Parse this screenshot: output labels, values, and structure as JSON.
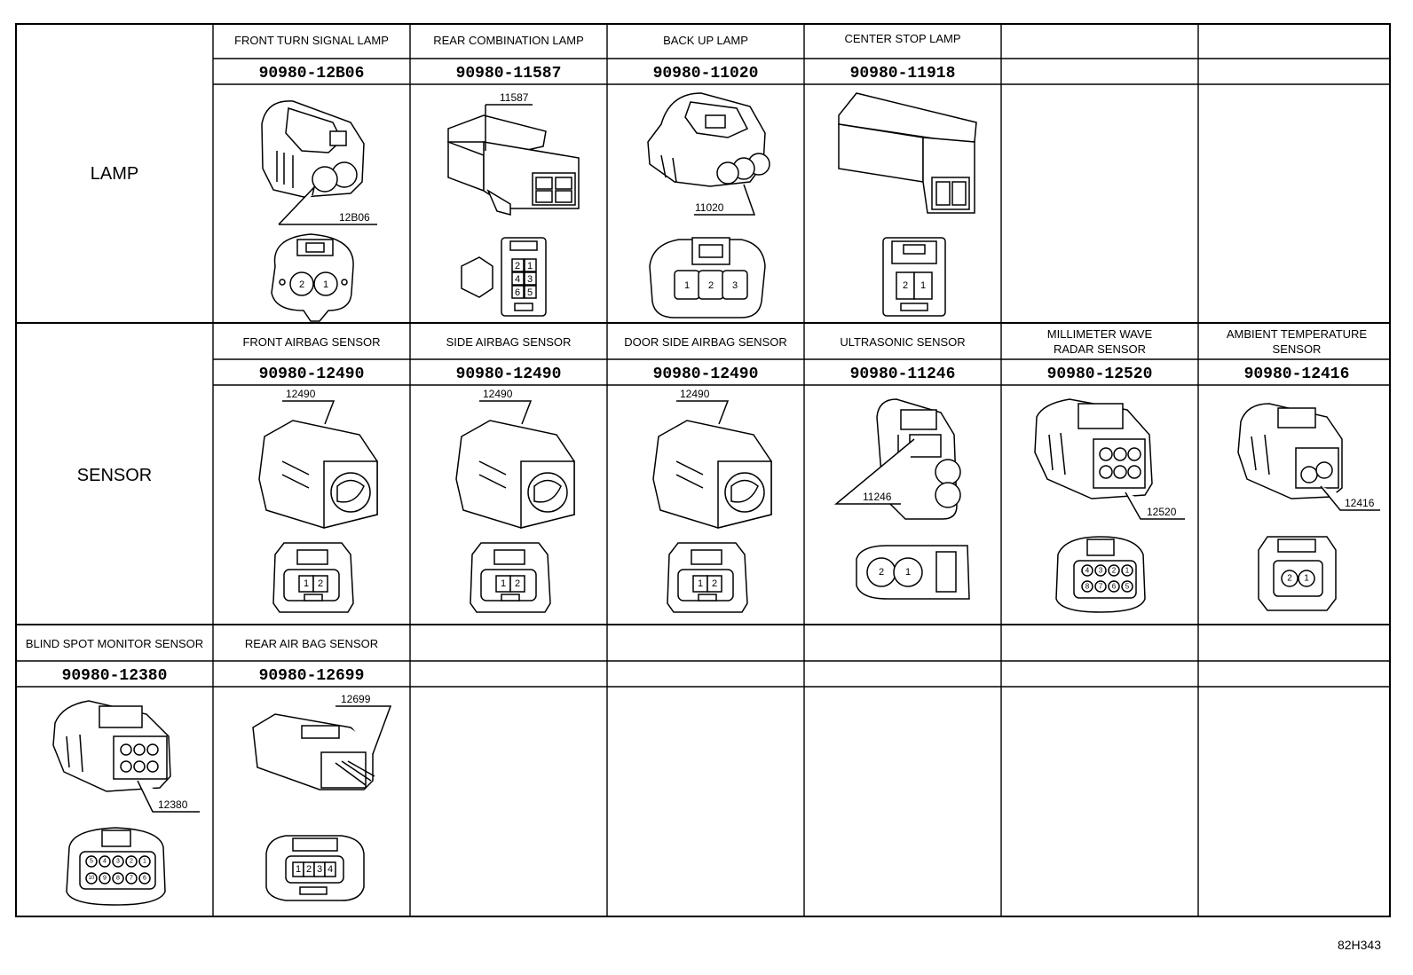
{
  "groups": {
    "lamp": "LAMP",
    "sensor": "SENSOR"
  },
  "lamp_row": [
    {
      "name": "FRONT TURN SIGNAL LAMP",
      "part_no": "90980-12B06",
      "callout": "12B06",
      "pins": [
        "2",
        "1"
      ]
    },
    {
      "name": "REAR COMBINATION LAMP",
      "part_no": "90980-11587",
      "callout": "11587",
      "pins": [
        "2",
        "1",
        "4",
        "3",
        "6",
        "5"
      ]
    },
    {
      "name": "BACK UP LAMP",
      "part_no": "90980-11020",
      "callout": "11020",
      "pins": [
        "1",
        "2",
        "3"
      ]
    },
    {
      "name": "CENTER STOP LAMP",
      "part_no": "90980-11918",
      "callout": "",
      "pins": [
        "2",
        "1"
      ]
    }
  ],
  "sensor_row": [
    {
      "name": "FRONT AIRBAG SENSOR",
      "part_no": "90980-12490",
      "callout": "12490",
      "pins": [
        "1",
        "2"
      ]
    },
    {
      "name": "SIDE AIRBAG SENSOR",
      "part_no": "90980-12490",
      "callout": "12490",
      "pins": [
        "1",
        "2"
      ]
    },
    {
      "name": "DOOR SIDE AIRBAG SENSOR",
      "part_no": "90980-12490",
      "callout": "12490",
      "pins": [
        "1",
        "2"
      ]
    },
    {
      "name": "ULTRASONIC SENSOR",
      "part_no": "90980-11246",
      "callout": "11246",
      "pins": [
        "2",
        "1"
      ]
    },
    {
      "name_line1": "MILLIMETER WAVE",
      "name_line2": "RADAR SENSOR",
      "part_no": "90980-12520",
      "callout": "12520",
      "pins": [
        "4",
        "3",
        "2",
        "1",
        "8",
        "7",
        "6",
        "5"
      ]
    },
    {
      "name_line1": "AMBIENT TEMPERATURE",
      "name_line2": "SENSOR",
      "part_no": "90980-12416",
      "callout": "12416",
      "pins": [
        "2",
        "1"
      ]
    }
  ],
  "other_row": [
    {
      "name": "BLIND SPOT MONITOR SENSOR",
      "part_no": "90980-12380",
      "callout": "12380",
      "pins": [
        "5",
        "4",
        "3",
        "2",
        "1",
        "10",
        "9",
        "8",
        "7",
        "6"
      ]
    },
    {
      "name": "REAR AIR BAG SENSOR",
      "part_no": "90980-12699",
      "callout": "12699",
      "pins": [
        "1",
        "2",
        "3",
        "4"
      ]
    }
  ],
  "figure_code": "82H343"
}
